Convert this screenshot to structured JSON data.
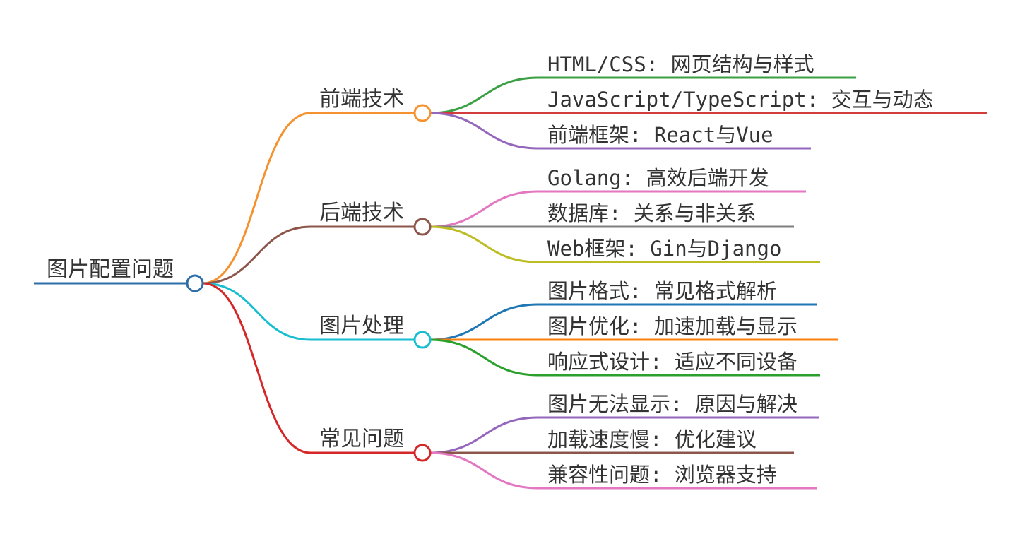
{
  "root": {
    "label": "图片配置问题",
    "color": "#2e6fa7"
  },
  "branches": [
    {
      "label": "前端技术",
      "color": "#f5922f",
      "leaves": [
        {
          "label": "HTML/CSS: 网页结构与样式",
          "color": "#3aa043"
        },
        {
          "label": "JavaScript/TypeScript: 交互与动态",
          "color": "#d33c3c"
        },
        {
          "label": "前端框架: React与Vue",
          "color": "#9467bd"
        }
      ]
    },
    {
      "label": "后端技术",
      "color": "#8c564b",
      "leaves": [
        {
          "label": "Golang: 高效后端开发",
          "color": "#e377c2"
        },
        {
          "label": "数据库: 关系与非关系",
          "color": "#7f7f7f"
        },
        {
          "label": "Web框架: Gin与Django",
          "color": "#bcbd22"
        }
      ]
    },
    {
      "label": "图片处理",
      "color": "#17becf",
      "leaves": [
        {
          "label": "图片格式: 常见格式解析",
          "color": "#1f77b4"
        },
        {
          "label": "图片优化: 加速加载与显示",
          "color": "#ff7f0e"
        },
        {
          "label": "响应式设计: 适应不同设备",
          "color": "#2ca02c"
        }
      ]
    },
    {
      "label": "常见问题",
      "color": "#d62728",
      "leaves": [
        {
          "label": "图片无法显示: 原因与解决",
          "color": "#9467bd"
        },
        {
          "label": "加载速度慢: 优化建议",
          "color": "#8c564b"
        },
        {
          "label": "兼容性问题: 浏览器支持",
          "color": "#e377c2"
        }
      ]
    }
  ]
}
